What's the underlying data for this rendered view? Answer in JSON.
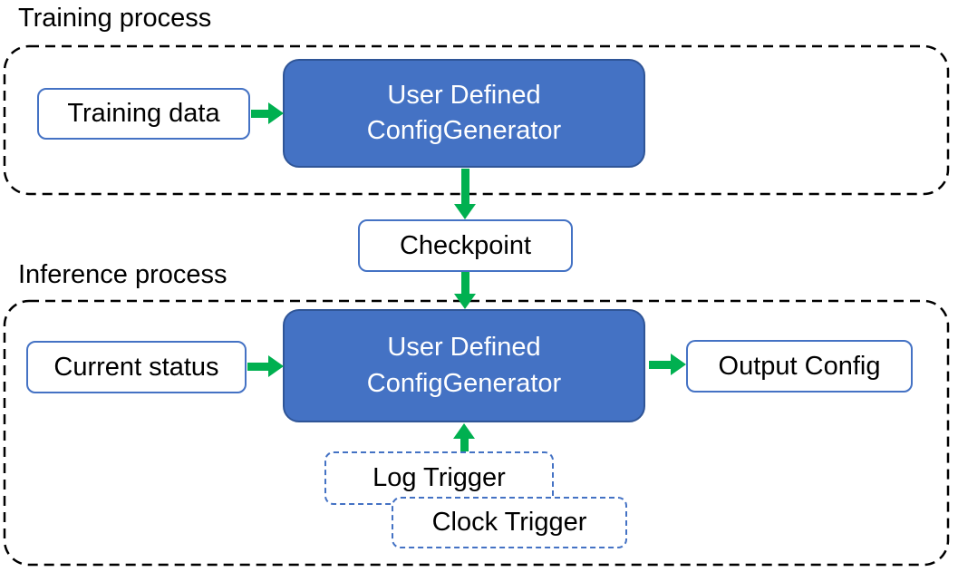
{
  "colors": {
    "box_blue": "#4472C4",
    "box_blue_border": "#2F5597",
    "outline_blue": "#4472C4",
    "arrow_green": "#00B050",
    "container_dash": "#000000",
    "text_dark": "#000000",
    "text_light": "#FFFFFF"
  },
  "training": {
    "label": "Training process",
    "input": "Training data",
    "generator_line1": "User Defined",
    "generator_line2": "ConfigGenerator"
  },
  "checkpoint": {
    "label": "Checkpoint"
  },
  "inference": {
    "label": "Inference process",
    "input": "Current status",
    "generator_line1": "User Defined",
    "generator_line2": "ConfigGenerator",
    "output": "Output Config",
    "log_trigger": "Log Trigger",
    "clock_trigger": "Clock Trigger"
  }
}
